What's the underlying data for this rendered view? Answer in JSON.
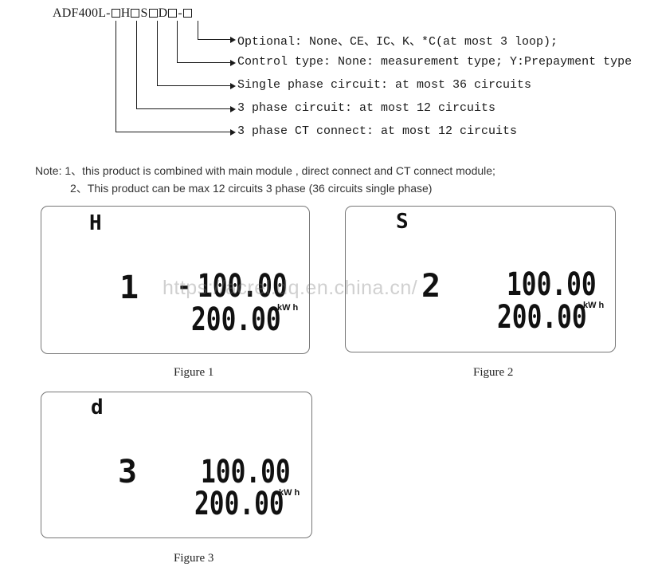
{
  "model_code": {
    "prefix": "ADF400L-",
    "letter_h": "H",
    "letter_s": "S",
    "letter_d": "D",
    "dash": "-"
  },
  "options": [
    "Optional: None、CE、IC、K、*C(at most 3 loop);",
    "Control type: None: measurement type; Y:Prepayment type",
    "Single phase circuit: at most 36 circuits",
    "3 phase circuit: at most 12 circuits",
    "3 phase CT connect: at most 12 circuits"
  ],
  "note": {
    "line1": "Note: 1、this product is combined with main module , direct connect and CT connect module;",
    "line2": "2、This product can be max 12 circuits 3 phase (36 circuits single phase)"
  },
  "figures": [
    {
      "mode": "H",
      "circuit": "1",
      "sign": "-",
      "value1": "100.00",
      "value2": "200.00",
      "unit": "kW h",
      "caption": "Figure 1"
    },
    {
      "mode": "S",
      "circuit": "2",
      "sign": "",
      "value1": "100.00",
      "value2": "200.00",
      "unit": "kW h",
      "caption": "Figure 2"
    },
    {
      "mode": "d",
      "circuit": "3",
      "sign": "",
      "value1": "100.00",
      "value2": "200.00",
      "unit": "kW h",
      "caption": "Figure 3"
    }
  ],
  "watermark": "https://acrel.dq.en.china.cn/"
}
